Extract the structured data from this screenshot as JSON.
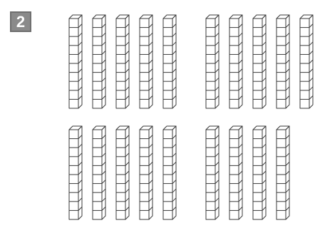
{
  "problem": {
    "number": "2",
    "badge_color": "#8a8a8a"
  },
  "figure": {
    "kind": "base-ten rods",
    "rows": [
      {
        "groups": [
          5,
          5
        ],
        "cubes_per_rod": 10
      },
      {
        "groups": [
          5,
          4
        ],
        "cubes_per_rod": 10
      }
    ],
    "total_rods": 19,
    "stroke_color": "#3a3a3a"
  }
}
